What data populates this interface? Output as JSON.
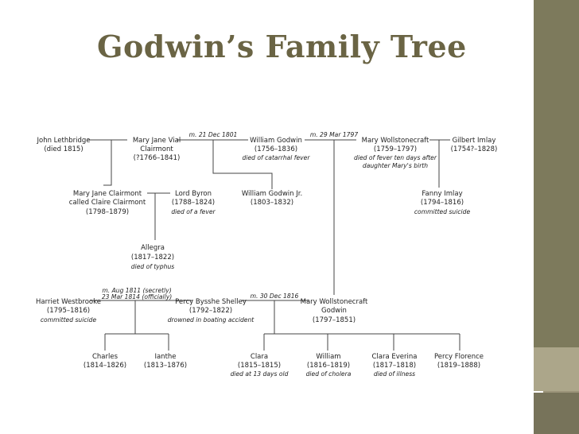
{
  "title": "Godwin’s Family Tree",
  "people": {
    "john": {
      "name": "John Lethbridge",
      "line2": "(died 1815)"
    },
    "maryjane": {
      "name": "Mary Jane Vial",
      "line2": "Clairmont",
      "line3": "(?1766–1841)"
    },
    "william": {
      "name": "William Godwin",
      "line2": "(1756–1836)",
      "note": "died of catarrhal fever"
    },
    "wollstonecraft": {
      "name": "Mary Wollstonecraft",
      "line2": "(1759–1797)",
      "note": "died of fever ten days after",
      "note2": "daughter Mary's birth"
    },
    "imlay": {
      "name": "Gilbert Imlay",
      "line2": "(1754?–1828)"
    },
    "claire": {
      "name": "Mary Jane Clairmont",
      "line2": "called Claire Clairmont",
      "line3": "(1798–1879)"
    },
    "byron": {
      "name": "Lord Byron",
      "line2": "(1788–1824)",
      "note": "died of a fever"
    },
    "williamjr": {
      "name": "William Godwin Jr.",
      "line2": "(1803–1832)"
    },
    "fanny": {
      "name": "Fanny Imlay",
      "line2": "(1794–1816)",
      "note": "committed suicide"
    },
    "allegra": {
      "name": "Allegra",
      "line2": "(1817–1822)",
      "note": "died of typhus"
    },
    "harriet": {
      "name": "Harriet Westbrooke",
      "line2": "(1795–1816)",
      "note": "committed suicide"
    },
    "percy": {
      "name": "Percy Bysshe Shelley",
      "line2": "(1792–1822)",
      "note": "drowned in boating accident"
    },
    "maryshelley": {
      "name": "Mary Wollstonecraft",
      "line2": "Godwin",
      "line3": "(1797–1851)"
    },
    "charles": {
      "name": "Charles",
      "line2": "(1814–1826)"
    },
    "ianthe": {
      "name": "Ianthe",
      "line2": "(1813–1876)"
    },
    "clara": {
      "name": "Clara",
      "line2": "(1815–1815)",
      "note": "died at 13 days old"
    },
    "williamjr2": {
      "name": "William",
      "line2": "(1816–1819)",
      "note": "died of cholera"
    },
    "claraev": {
      "name": "Clara Everina",
      "line2": "(1817–1818)",
      "note": "died of illness"
    },
    "percyflo": {
      "name": "Percy Florence",
      "line2": "(1819–1888)"
    }
  },
  "marriages": {
    "m1": "m. 21 Dec 1801",
    "m2": "m. 29 Mar 1797",
    "m3a": "m. Aug 1811 (secretly)",
    "m3b": "23 Mar 1814 (officially)",
    "m4": "m. 30 Dec 1816"
  }
}
